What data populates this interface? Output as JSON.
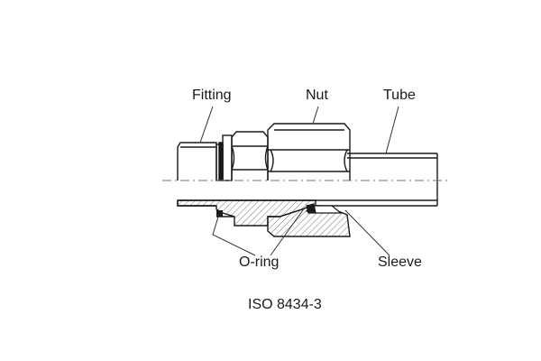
{
  "labels": {
    "fitting": "Fitting",
    "nut": "Nut",
    "tube": "Tube",
    "oring": "O-ring",
    "sleeve": "Sleeve"
  },
  "caption": "ISO 8434-3",
  "colors": {
    "line": "#1a1a1a",
    "hatch": "#555555",
    "centerline": "#777777",
    "background": "#ffffff"
  }
}
